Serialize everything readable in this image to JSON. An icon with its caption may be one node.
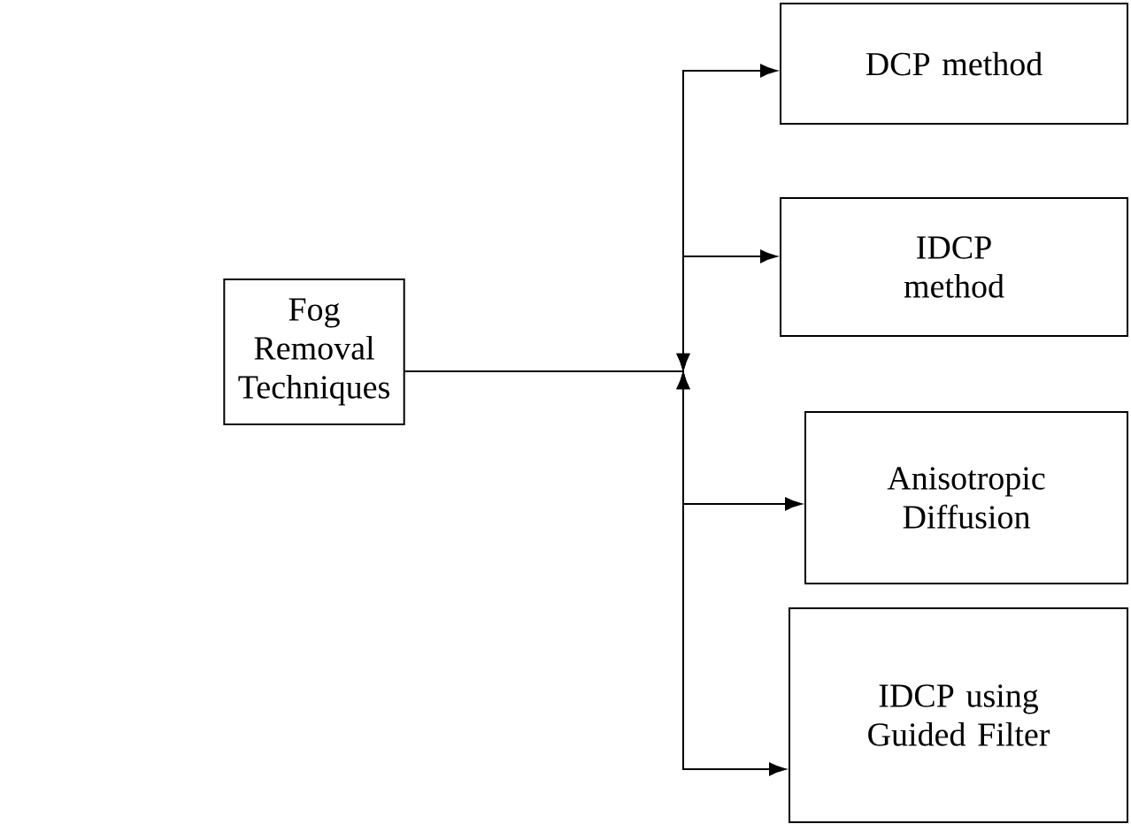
{
  "diagram": {
    "nodes": [
      {
        "text": [
          "Fog Removal Techniques"
        ]
      },
      {
        "text": [
          "DCP method"
        ]
      },
      {
        "text": [
          "IDCP method"
        ]
      },
      {
        "text": [
          "Anisotropic Diffusion"
        ]
      },
      {
        "text": [
          "IDCP using Guided Filter"
        ]
      }
    ],
    "edges": [
      {
        "from": 0,
        "to": 1,
        "arrow": "to"
      },
      {
        "from": 0,
        "to": 2,
        "arrow": "to"
      },
      {
        "from": 0,
        "to": 3,
        "arrow": "to"
      },
      {
        "from": 0,
        "to": 4,
        "arrow": "to"
      }
    ]
  }
}
